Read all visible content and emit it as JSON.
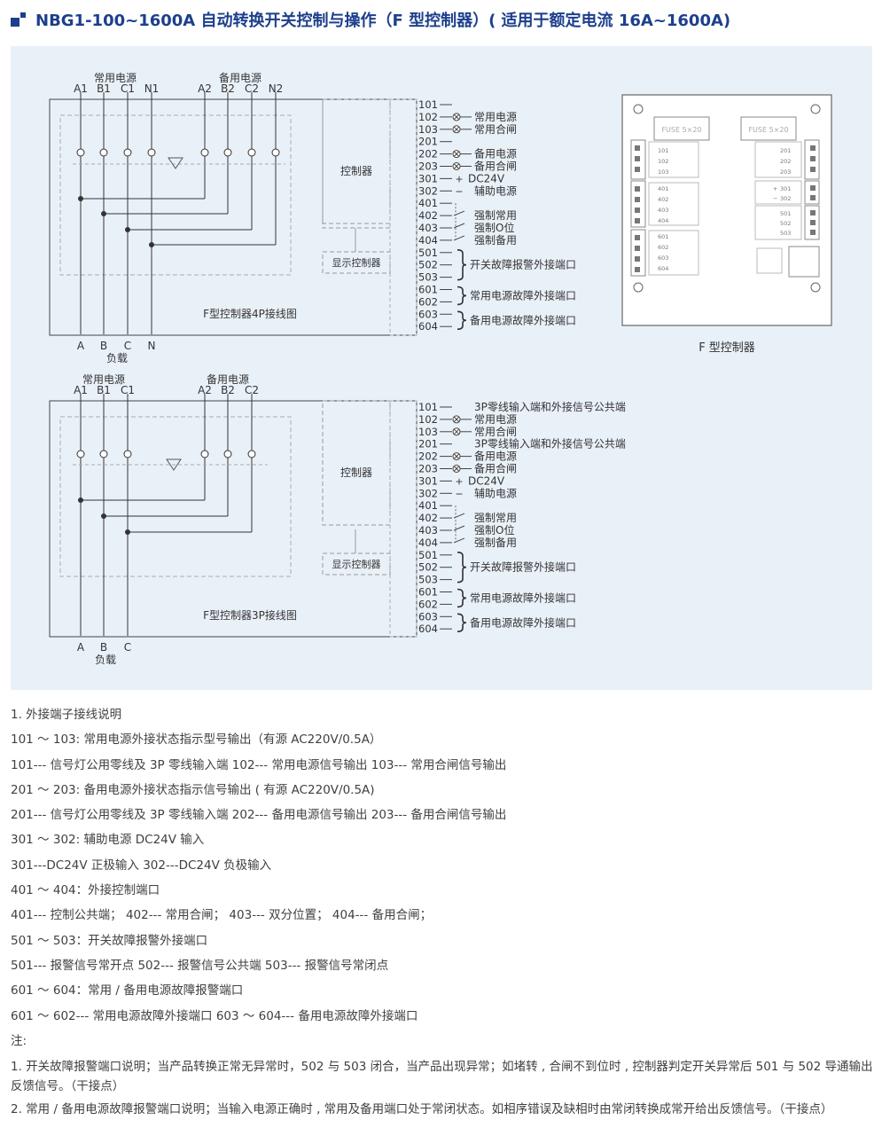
{
  "title": "NBG1-100~1600A 自动转换开关控制与操作（F 型控制器）( 适用于额定电流 16A~1600A)",
  "diagram4p": {
    "caption": "F型控制器4P接线图",
    "source1": "常用电源",
    "source2": "备用电源",
    "poles_top": [
      "A1",
      "B1",
      "C1",
      "N1",
      "A2",
      "B2",
      "C2",
      "N2"
    ],
    "poles_bottom": [
      "A",
      "B",
      "C",
      "N"
    ],
    "load": "负载",
    "controller": "控制器",
    "display": "显示控制器",
    "terminals": [
      "101",
      "102",
      "103",
      "201",
      "202",
      "203",
      "301",
      "302",
      "401",
      "402",
      "403",
      "404",
      "501",
      "502",
      "503",
      "601",
      "602",
      "603",
      "604"
    ],
    "labels": {
      "l102": "常用电源",
      "l103": "常用合闸",
      "l202": "备用电源",
      "l203": "备用合闸",
      "l301": "DC24V",
      "l302": "辅助电源",
      "l402": "强制常用",
      "l403": "强制O位",
      "l404": "强制备用",
      "l501": "开关故障报警外接端口",
      "l601": "常用电源故障外接端口",
      "l603": "备用电源故障外接端口"
    }
  },
  "diagram3p": {
    "caption": "F型控制器3P接线图",
    "source1": "常用电源",
    "source2": "备用电源",
    "poles_top": [
      "A1",
      "B1",
      "C1",
      "A2",
      "B2",
      "C2"
    ],
    "poles_bottom": [
      "A",
      "B",
      "C"
    ],
    "load": "负载",
    "controller": "控制器",
    "display": "显示控制器",
    "terminals": [
      "101",
      "102",
      "103",
      "201",
      "202",
      "203",
      "301",
      "302",
      "401",
      "402",
      "403",
      "404",
      "501",
      "502",
      "503",
      "601",
      "602",
      "603",
      "604"
    ],
    "labels": {
      "l101": "3P零线输入端和外接信号公共端",
      "l102": "常用电源",
      "l103": "常用合闸",
      "l201": "3P零线输入端和外接信号公共端",
      "l202": "备用电源",
      "l203": "备用合闸",
      "l301": "DC24V",
      "l302": "辅助电源",
      "l402": "强制常用",
      "l403": "强制O位",
      "l404": "强制备用",
      "l501": "开关故障报警外接端口",
      "l601": "常用电源故障外接端口",
      "l603": "备用电源故障外接端口"
    }
  },
  "panel": {
    "caption": "F 型控制器",
    "fuse1": "FUSE 5×20",
    "fuse2": "FUSE 5×20",
    "left_terminals": [
      "101",
      "102",
      "103",
      "401",
      "402",
      "403",
      "404",
      "601",
      "602",
      "603",
      "604"
    ],
    "right_terminals": [
      "201",
      "202",
      "203",
      "301",
      "302",
      "501",
      "502",
      "503"
    ],
    "signs": [
      "+",
      "−"
    ]
  },
  "notes": [
    "1. 外接端子接线说明",
    "101 ～ 103: 常用电源外接状态指示型号输出（有源 AC220V/0.5A）",
    "101--- 信号灯公用零线及 3P 零线输入端 102--- 常用电源信号输出 103--- 常用合闸信号输出",
    "201 ～ 203: 备用电源外接状态指示信号输出 ( 有源 AC220V/0.5A)",
    "201--- 信号灯公用零线及 3P 零线输入端 202--- 备用电源信号输出 203--- 备用合闸信号输出",
    "301 ～ 302: 辅助电源 DC24V 输入",
    "301---DC24V 正极输入 302---DC24V 负极输入",
    "401 ～ 404：外接控制端口",
    "401--- 控制公共端； 402--- 常用合闸； 403--- 双分位置； 404--- 备用合闸；",
    "501 ～ 503：开关故障报警外接端口",
    "501--- 报警信号常开点 502--- 报警信号公共端 503--- 报警信号常闭点",
    "601 ～ 604：常用 / 备用电源故障报警端口",
    "601 ～ 602--- 常用电源故障外接端口 603 ～ 604--- 备用电源故障外接端口",
    "注:"
  ],
  "remarks": [
    "1. 开关故障报警端口说明；当产品转换正常无异常时，502 与 503 闭合，当产品出现异常；如堵转 , 合闸不到位时 , 控制器判定开关异常后 501 与 502 导通输出反馈信号。（干接点）",
    "2. 常用 / 备用电源故障报警端口说明；当输入电源正确时 , 常用及备用端口处于常闭状态。如相序错误及缺相时由常闭转换成常开给出反馈信号。（干接点）"
  ]
}
